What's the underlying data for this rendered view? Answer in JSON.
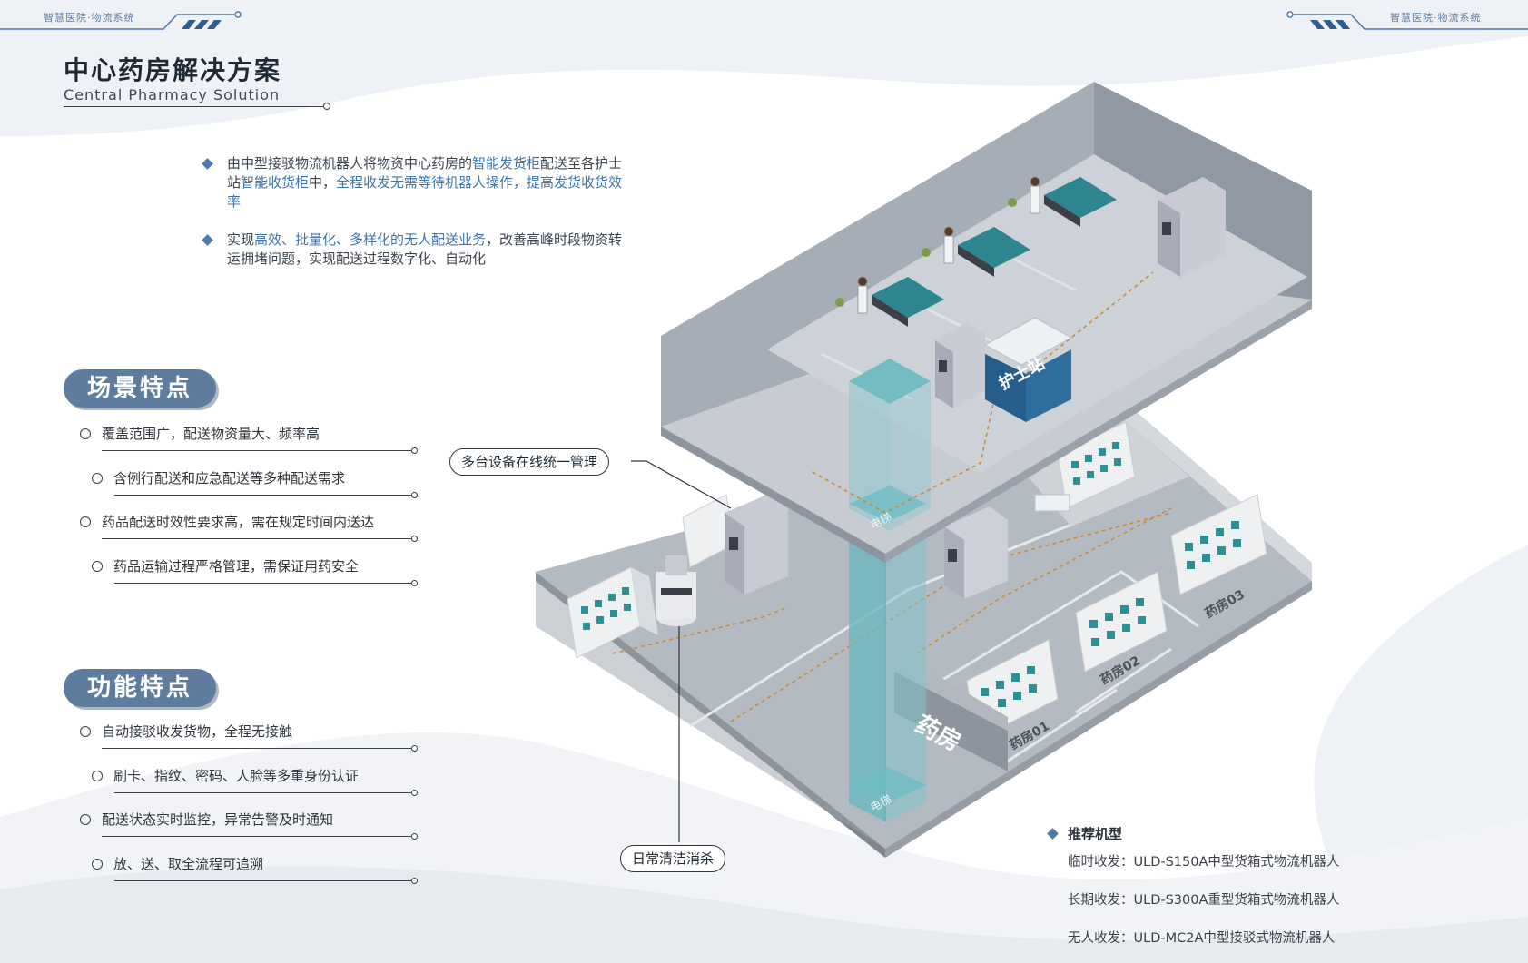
{
  "header": {
    "left_label": "智慧医院·物流系统",
    "right_label": "智慧医院·物流系统"
  },
  "title": {
    "cn": "中心药房解决方案",
    "en": "Central Pharmacy Solution"
  },
  "intro": {
    "bullet1": {
      "p1": "由中型接驳物流机器人将物资中心药房的",
      "h1": "智能发货柜",
      "p2": "配送至各护士站",
      "h2": "智能收货柜",
      "p3": "中，",
      "h3": "全程收发无需等待机器人操作，提高发货收货效率"
    },
    "bullet2": {
      "p1": "实现",
      "h1": "高效、批量化、多样化的无人配送业务",
      "p2": "，改善高峰时段物资转运拥堵问题，实现配送过程数字化、自动化"
    }
  },
  "scene": {
    "heading": "场景特点",
    "items": [
      "覆盖范围广，配送物资量大、频率高",
      "含例行配送和应急配送等多种配送需求",
      "药品配送时效性要求高，需在规定时间内送达",
      "药品运输过程严格管理，需保证用药安全"
    ]
  },
  "function": {
    "heading": "功能特点",
    "items": [
      "自动接驳收发货物，全程无接触",
      "刷卡、指纹、密码、人脸等多重身份认证",
      "配送状态实时监控，异常告警及时通知",
      "放、送、取全流程可追溯"
    ]
  },
  "diagram": {
    "callout_manage": "多台设备在线统一管理",
    "callout_clean": "日常清洁消杀",
    "nurse_station": "护士站",
    "pharmacy": "药房",
    "elevator_top": "电梯",
    "elevator_bottom": "电梯",
    "room1": "药房01",
    "room2": "药房02",
    "room3": "药房03"
  },
  "recommended": {
    "title": "推荐机型",
    "items": [
      "临时收发：ULD-S150A中型货箱式物流机器人",
      "长期收发：ULD-S300A重型货箱式物流机器人",
      "无人收发：ULD-MC2A中型接驳式物流机器人"
    ]
  },
  "colors": {
    "accent": "#5e7c9e",
    "highlight": "#3d74ad",
    "floor": "#a9b0b9",
    "elevator": "#7fc3c9"
  }
}
